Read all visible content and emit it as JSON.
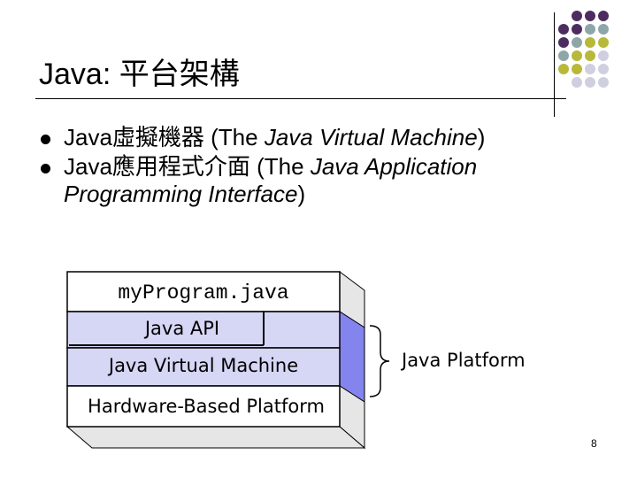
{
  "slide": {
    "title": "Java: 平台架構",
    "bullets": [
      {
        "prefix": "Java虛擬機器 (The ",
        "italic": "Java Virtual Machine",
        "suffix": ")"
      },
      {
        "prefix": "Java應用程式介面 (The ",
        "italic": "Java Application Programming Interface",
        "suffix": ")"
      }
    ],
    "page_number": "8"
  },
  "diagram": {
    "layers": [
      "myProgram.java",
      "Java API",
      "Java Virtual Machine",
      "Hardware-Based Platform"
    ],
    "brace_label": "Java Platform"
  },
  "colors": {
    "dot_purple": "#4d2d5f",
    "dot_teal": "#8ea6aa",
    "dot_olive": "#b8b83a",
    "dot_light": "#cfcfe0",
    "layer_api": "#d6d6f5",
    "layer_jvm": "#d6d6f5",
    "side_blue": "#8484ee",
    "side_gray": "#e6e6e6"
  }
}
